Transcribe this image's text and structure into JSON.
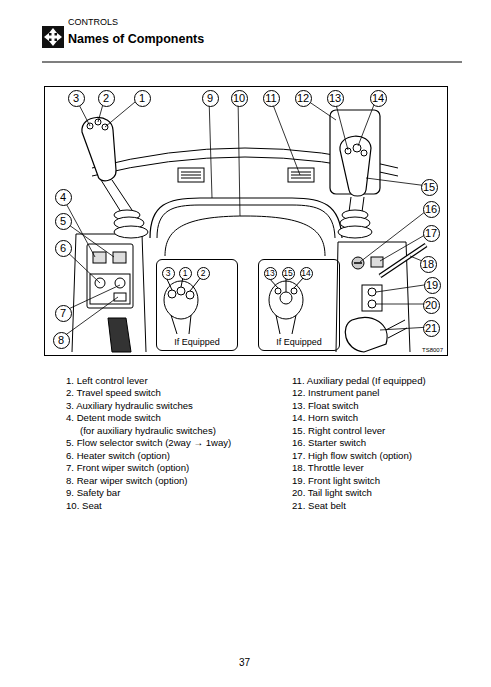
{
  "diagram": {
    "title": "Names of Components",
    "nodes": [
      {
        "text": [
          "TS8007"
        ]
      },
      {
        "text": [
          "3"
        ],
        "in": 0
      },
      {
        "text": [
          "2"
        ],
        "in": 0
      },
      {
        "text": [
          "1"
        ],
        "in": 0
      },
      {
        "text": [
          "9"
        ],
        "in": 0
      },
      {
        "text": [
          "10"
        ],
        "in": 0
      },
      {
        "text": [
          "11"
        ],
        "in": 0
      },
      {
        "text": [
          "12"
        ],
        "in": 0
      },
      {
        "text": [
          "13"
        ],
        "in": 0
      },
      {
        "text": [
          "14"
        ],
        "in": 0
      },
      {
        "text": [
          "4"
        ],
        "in": 0
      },
      {
        "text": [
          "15"
        ],
        "in": 0
      },
      {
        "text": [
          "16"
        ],
        "in": 0
      },
      {
        "text": [
          "5"
        ],
        "in": 0
      },
      {
        "text": [
          "17"
        ],
        "in": 0
      },
      {
        "text": [
          "6"
        ],
        "in": 0
      },
      {
        "text": [
          "18"
        ],
        "in": 0
      },
      {
        "text": [
          "19"
        ],
        "in": 0
      },
      {
        "text": [
          "7"
        ],
        "in": 0
      },
      {
        "text": [
          "20"
        ],
        "in": 0
      },
      {
        "text": [
          "8"
        ],
        "in": 0
      },
      {
        "text": [
          "21"
        ],
        "in": 0
      },
      {
        "text": [
          "If Equipped"
        ],
        "in": 0
      },
      {
        "text": [
          "3"
        ],
        "in": 22
      },
      {
        "text": [
          "1"
        ],
        "in": 22
      },
      {
        "text": [
          "2"
        ],
        "in": 22
      },
      {
        "text": [
          "If Equipped"
        ],
        "in": 0
      },
      {
        "text": [
          "13"
        ],
        "in": 26
      },
      {
        "text": [
          "15"
        ],
        "in": 26
      },
      {
        "text": [
          "14"
        ],
        "in": 26
      }
    ],
    "labels": [
      "CONTROLS",
      "1. Left control lever",
      "2. Travel speed switch",
      "3. Auxiliary hydraulic switches",
      "4. Detent mode switch",
      "(for auxiliary hydraulic switches)",
      "5. Flow selector switch (2way → 1way)",
      "6. Heater switch (option)",
      "7. Front wiper switch (option)",
      "8. Rear wiper switch (option)",
      "9. Safety bar",
      "10. Seat",
      "11. Auxiliary pedal (If equipped)",
      "12. Instrument panel",
      "13. Float switch",
      "14. Horn switch",
      "15. Right control lever",
      "16. Starter switch",
      "17. High flow switch (option)",
      "18. Throttle lever",
      "19. Front light switch",
      "20. Tail light switch",
      "21. Seat belt",
      "37"
    ]
  }
}
